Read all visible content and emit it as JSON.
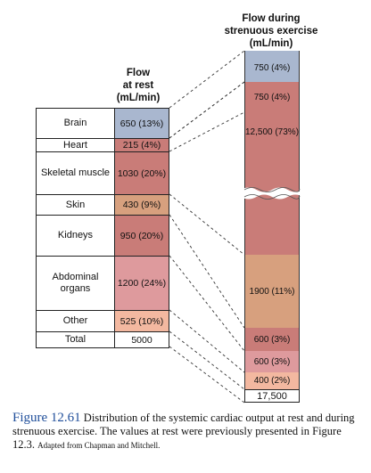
{
  "header_exercise": [
    "Flow during",
    "strenuous exercise",
    "(mL/min)"
  ],
  "header_rest": [
    "Flow",
    "at rest",
    "(mL/min)"
  ],
  "rest_table": [
    {
      "organ": "Brain",
      "value": "650 (13%)",
      "color": "#a9b7cf"
    },
    {
      "organ": "Heart",
      "value": "215 (4%)",
      "color": "#c97c78"
    },
    {
      "organ": "Skeletal muscle",
      "value": "1030 (20%)",
      "color": "#c97c78"
    },
    {
      "organ": "Skin",
      "value": "430 (9%)",
      "color": "#d7a07e"
    },
    {
      "organ": "Kidneys",
      "value": "950 (20%)",
      "color": "#c97c78"
    },
    {
      "organ": "Abdominal organs",
      "value": "1200 (24%)",
      "color": "#de9a9d"
    },
    {
      "organ": "Other",
      "value": "525 (10%)",
      "color": "#f3b8a0"
    },
    {
      "organ": "Total",
      "value": "5000",
      "color": "#ffffff"
    }
  ],
  "exercise_column": [
    {
      "value": "750 (4%)",
      "color": "#a9b7cf"
    },
    {
      "value": "750 (4%)",
      "color": "#c97c78"
    },
    {
      "value": "12,500 (73%)",
      "color": "#c97c78"
    },
    {
      "value": "1900 (11%)",
      "color": "#d7a07e"
    },
    {
      "value": "600 (3%)",
      "color": "#c97c78"
    },
    {
      "value": "600 (3%)",
      "color": "#de9a9d"
    },
    {
      "value": "400 (2%)",
      "color": "#f3b8a0"
    }
  ],
  "exercise_total": "17,500",
  "caption": {
    "figure_label": "Figure 12.61",
    "text": "Distribution of the systemic cardiac output at rest and during strenuous exercise. The values at rest were previously presented in Figure 12.3.",
    "credit": "Adapted from Chapman and Mitchell."
  }
}
